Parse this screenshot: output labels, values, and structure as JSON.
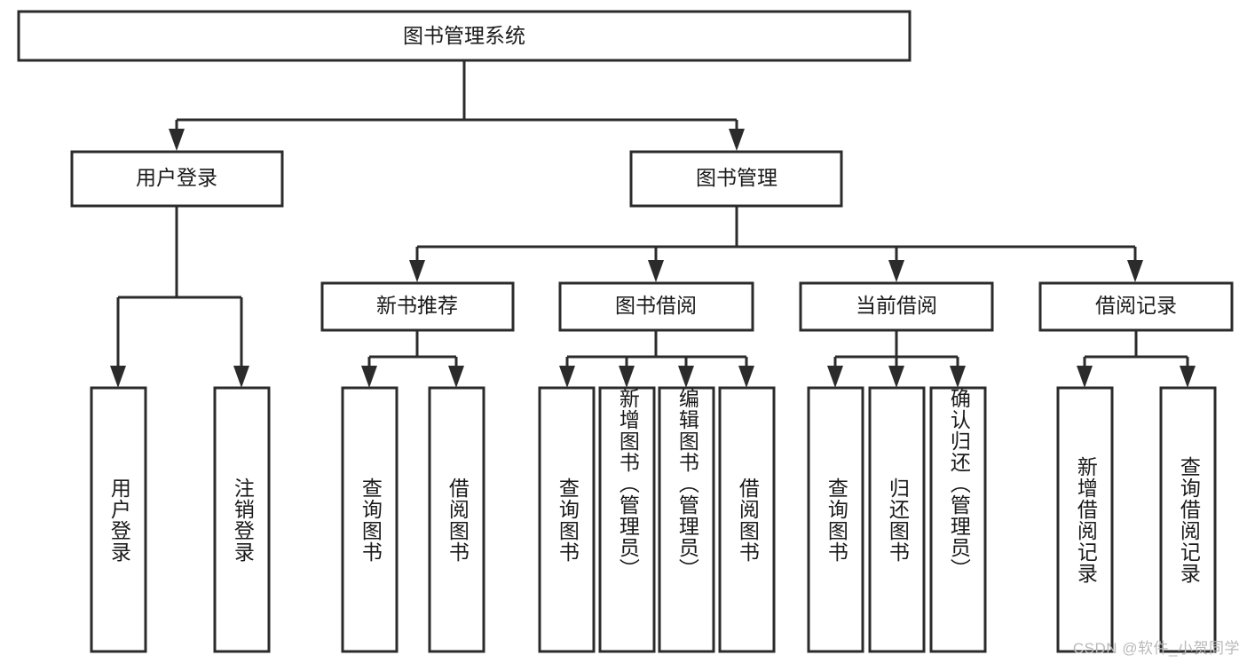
{
  "diagram": {
    "title": "图书管理系统",
    "type": "hierarchy-tree",
    "watermark": "CSDN @软件_小贺同学",
    "colors": {
      "stroke": "#2b2b2b",
      "fill": "#ffffff",
      "text": "#1a1a1a",
      "watermark": "#b9b9b9"
    },
    "levels": {
      "root": {
        "label": "图书管理系统"
      },
      "level2": [
        {
          "label": "用户登录"
        },
        {
          "label": "图书管理"
        }
      ],
      "level3": [
        {
          "label": "新书推荐"
        },
        {
          "label": "图书借阅"
        },
        {
          "label": "当前借阅"
        },
        {
          "label": "借阅记录"
        }
      ],
      "leaves_user_login": [
        {
          "label": "用户登录"
        },
        {
          "label": "注销登录"
        }
      ],
      "leaves_new_books": [
        {
          "label": "查询图书"
        },
        {
          "label": "借阅图书"
        }
      ],
      "leaves_borrow": [
        {
          "label": "查询图书"
        },
        {
          "label": "新增图书（管理员）"
        },
        {
          "label": "编辑图书（管理员）"
        },
        {
          "label": "借阅图书"
        }
      ],
      "leaves_current": [
        {
          "label": "查询图书"
        },
        {
          "label": "归还图书"
        },
        {
          "label": "确认归还（管理员）"
        }
      ],
      "leaves_records": [
        {
          "label": "新增借阅记录"
        },
        {
          "label": "查询借阅记录"
        }
      ]
    }
  }
}
